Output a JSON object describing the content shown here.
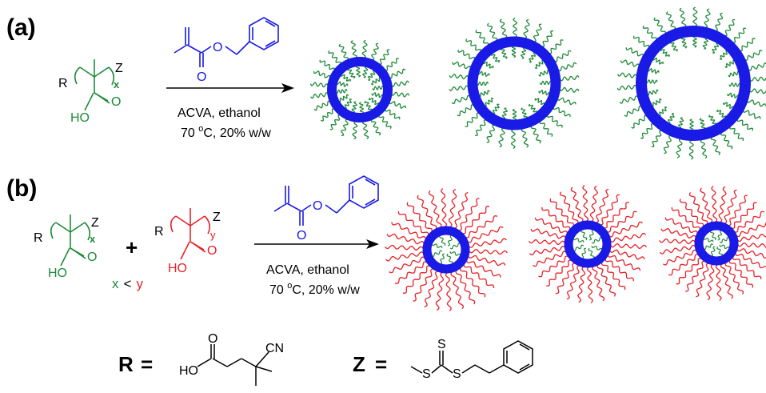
{
  "colors": {
    "green": "#1f8a3a",
    "red": "#e8222a",
    "blue": "#1a1ae6",
    "black": "#000000",
    "ring": "#1a1ae6"
  },
  "panel_a": {
    "label": "(a)",
    "polymer": {
      "r": "R",
      "z": "Z",
      "sub": "x",
      "ho": "HO",
      "o": "O"
    },
    "monomer": {
      "o1": "O",
      "o2": "O"
    },
    "conditions": [
      "ACVA, ethanol",
      "70 ",
      "o",
      "C, 20% w/w"
    ]
  },
  "panel_b": {
    "label": "(b)",
    "polymer1": {
      "r": "R",
      "z": "Z",
      "sub": "x",
      "ho": "HO",
      "o": "O"
    },
    "plus": "+",
    "polymer2": {
      "r": "R",
      "z": "Z",
      "sub": "y",
      "ho": "HO",
      "o": "O"
    },
    "ratio": {
      "x": "x",
      "lt": "<",
      "y": "y"
    },
    "monomer": {
      "o1": "O",
      "o2": "O"
    },
    "conditions": [
      "ACVA, ethanol",
      "70 ",
      "o",
      "C, 20% w/w"
    ]
  },
  "legend": {
    "r_label": "R",
    "z_label": "Z",
    "eq": "=",
    "r_struct": {
      "ho": "HO",
      "o": "O",
      "cn": "CN"
    },
    "z_struct": {
      "s1": "S",
      "s2": "S",
      "s3": "S"
    }
  }
}
